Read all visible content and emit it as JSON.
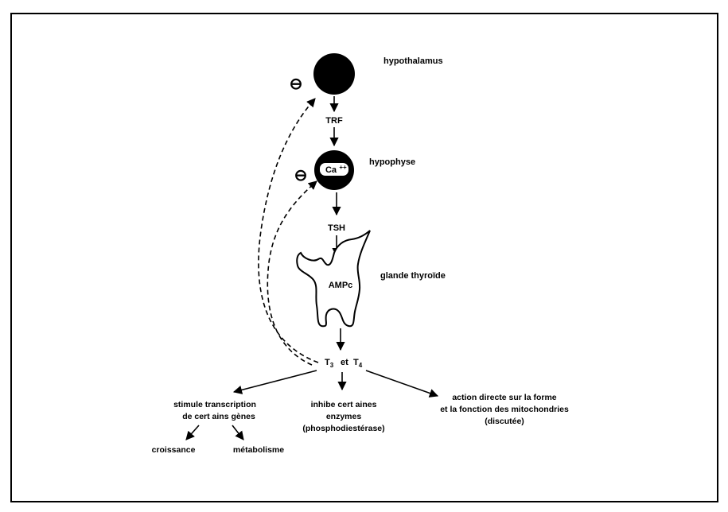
{
  "diagram": {
    "nodes": {
      "hypothalamus": "hypothalamus",
      "trf": "TRF",
      "hypophyse": "hypophyse",
      "calcium": "Ca",
      "calcium_charge": "++",
      "tsh": "TSH",
      "glande_thyroide": "glande thyroïde",
      "ampc": "AMPc",
      "t3": "T",
      "t3_sub": "3",
      "et": "et",
      "t4": "T",
      "t4_sub": "4",
      "inhibition_symbol_top": "⊖",
      "inhibition_symbol_mid": "⊖"
    },
    "effects": {
      "transcription_line1": "stimule transcription",
      "transcription_line2": "de cert ains gènes",
      "enzymes_line1": "inhibe cert aines",
      "enzymes_line2": "enzymes",
      "enzymes_line3": "(phosphodiestérase)",
      "mito_line1": "action directe sur la forme",
      "mito_line2": "et la fonction des mitochondries",
      "mito_line3": "(discutée)",
      "croissance": "croissance",
      "metabolisme": "métabolisme"
    },
    "colors": {
      "ink": "#000000",
      "paper": "#ffffff"
    }
  }
}
